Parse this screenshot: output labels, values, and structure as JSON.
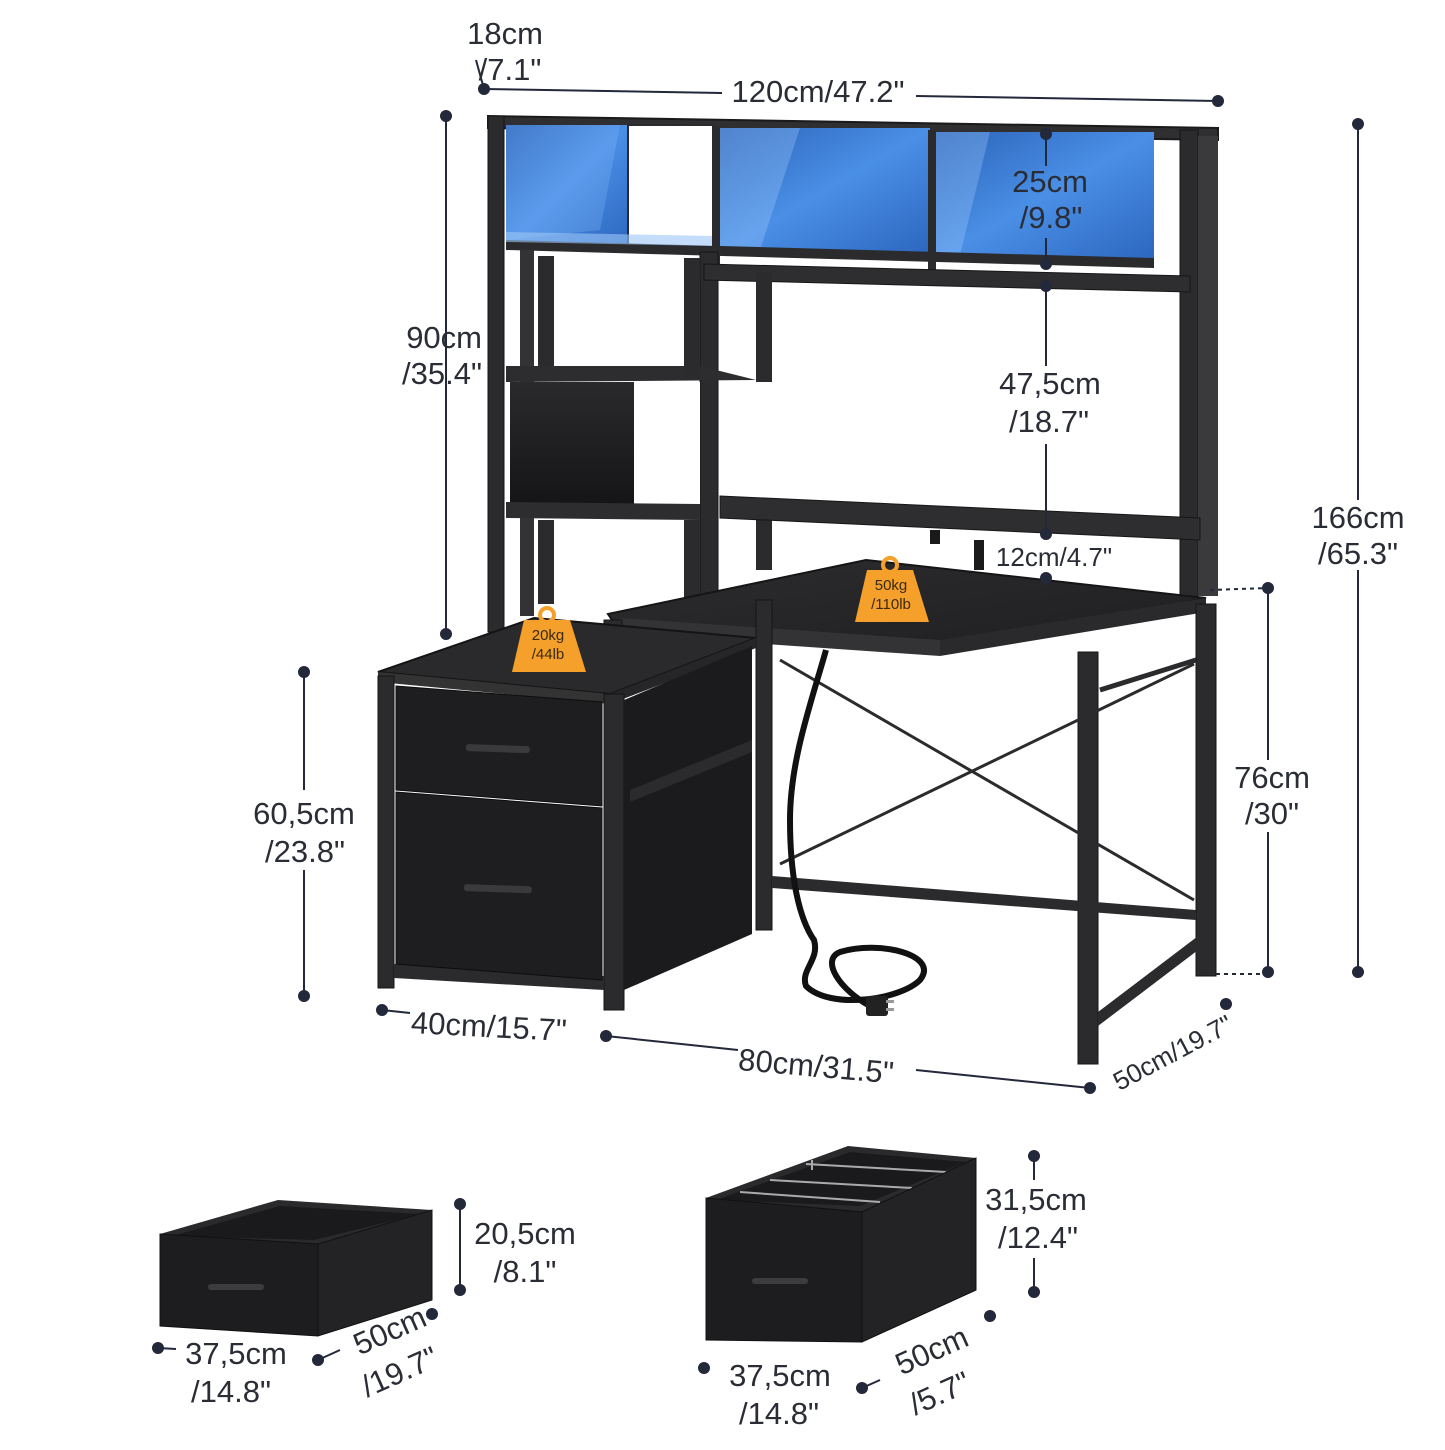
{
  "colors": {
    "frame": "#2b2b2d",
    "panel": "#1c1c1e",
    "led_blue": "#3d7fd9",
    "badge_orange": "#f4a02a",
    "dimension_line": "#23283a"
  },
  "icons": [
    "weight-icon",
    "power-plug-icon"
  ],
  "desk": {
    "depth_top": {
      "cm": "18cm",
      "in": "/7.1\""
    },
    "width_total": "120cm/47.2\"",
    "cubby_height": {
      "cm": "25cm",
      "in": "/9.8\""
    },
    "hutch_height": {
      "cm": "90cm",
      "in": "/35.4\""
    },
    "monitor_clearance": {
      "cm": "47,5cm",
      "in": "/18.7\""
    },
    "shelf_clearance": "12cm/4.7\"",
    "total_height": {
      "cm": "166cm",
      "in": "/65.3\""
    },
    "desk_height": {
      "cm": "76cm",
      "in": "/30\""
    },
    "cabinet_height": {
      "cm": "60,5cm",
      "in": "/23.8\""
    },
    "cabinet_width": "40cm/15.7\"",
    "desk_width": "80cm/31.5\"",
    "desk_depth": "50cm/19.7\"",
    "load_cabinet": {
      "kg": "20kg",
      "lb": "/44lb"
    },
    "load_desk": {
      "kg": "50kg",
      "lb": "/110lb"
    }
  },
  "drawer_small": {
    "height": {
      "cm": "20,5cm",
      "in": "/8.1\""
    },
    "width": {
      "cm": "37,5cm",
      "in": "/14.8\""
    },
    "depth": {
      "cm": "50cm",
      "in": "/19.7\""
    }
  },
  "drawer_large": {
    "height": {
      "cm": "31,5cm",
      "in": "/12.4\""
    },
    "width": {
      "cm": "37,5cm",
      "in": "/14.8\""
    },
    "depth": {
      "cm": "50cm",
      "in": "/5.7\""
    }
  }
}
